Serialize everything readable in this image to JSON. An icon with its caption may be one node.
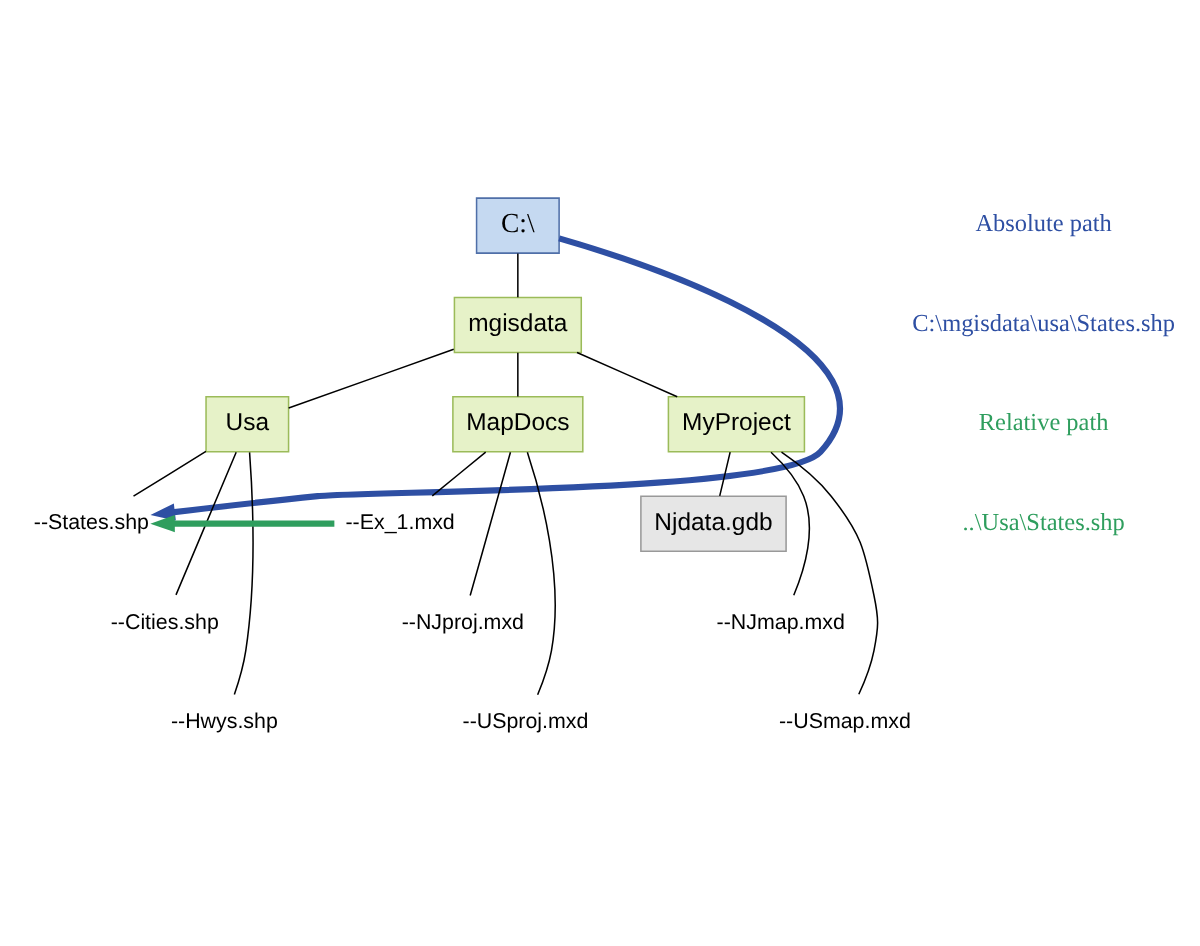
{
  "diagram": {
    "nodes": [
      {
        "text": [
          "C:\\"
        ]
      },
      {
        "text": [
          "mgisdata"
        ]
      },
      {
        "text": [
          "Usa"
        ]
      },
      {
        "text": [
          "MapDocs"
        ]
      },
      {
        "text": [
          "MyProject"
        ]
      },
      {
        "text": [
          "--States.shp"
        ]
      },
      {
        "text": [
          "--Cities.shp"
        ]
      },
      {
        "text": [
          "--Hwys.shp"
        ]
      },
      {
        "text": [
          "--Ex_1.mxd"
        ]
      },
      {
        "text": [
          "--NJproj.mxd"
        ]
      },
      {
        "text": [
          "--USproj.mxd"
        ]
      },
      {
        "text": [
          "Njdata.gdb"
        ]
      },
      {
        "text": [
          "--NJmap.mxd"
        ]
      },
      {
        "text": [
          "--USmap.mxd"
        ]
      }
    ],
    "edges": [
      {
        "from": 0,
        "to": 1,
        "arrow": "none"
      },
      {
        "from": 1,
        "to": 2,
        "arrow": "none"
      },
      {
        "from": 1,
        "to": 3,
        "arrow": "none"
      },
      {
        "from": 1,
        "to": 4,
        "arrow": "none"
      },
      {
        "from": 2,
        "to": 5,
        "arrow": "none"
      },
      {
        "from": 2,
        "to": 6,
        "arrow": "none"
      },
      {
        "from": 2,
        "to": 7,
        "arrow": "none"
      },
      {
        "from": 3,
        "to": 8,
        "arrow": "none"
      },
      {
        "from": 3,
        "to": 9,
        "arrow": "none"
      },
      {
        "from": 3,
        "to": 10,
        "arrow": "none"
      },
      {
        "from": 4,
        "to": 11,
        "arrow": "none"
      },
      {
        "from": 4,
        "to": 12,
        "arrow": "none"
      },
      {
        "from": 4,
        "to": 13,
        "arrow": "none"
      },
      {
        "from": 0,
        "to": 5,
        "arrow": "to",
        "style": "thick",
        "color": "#2e4fa3"
      },
      {
        "from": 8,
        "to": 5,
        "arrow": "to",
        "style": "thick",
        "color": "#2f9e5e"
      }
    ],
    "labels": [
      "Absolute path",
      "C:\\mgisdata\\usa\\States.shp",
      "Relative path",
      "..\\Usa\\States.shp"
    ]
  }
}
